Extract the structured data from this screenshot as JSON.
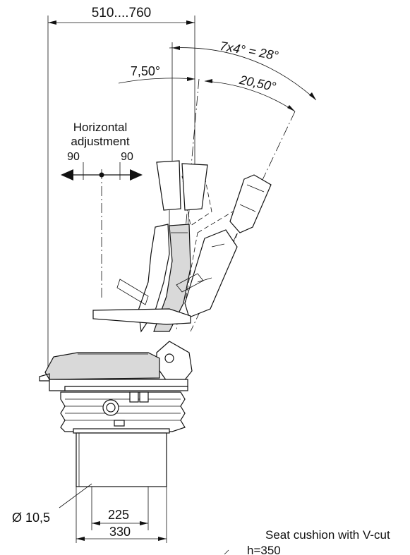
{
  "dimensions": {
    "top_width": "510....760",
    "backrest_steps": "7x4° = 28°",
    "angle_forward": "7,50°",
    "angle_back": "20,50°",
    "horizontal_label_1": "Horizontal",
    "horizontal_label_2": "adjustment",
    "horizontal_left": "90",
    "horizontal_right": "90",
    "diameter": "Ø 10,5",
    "base_inner": "225",
    "base_outer": "330"
  },
  "note": {
    "line1": "Seat cushion with V-cut",
    "line2": "h=350"
  }
}
